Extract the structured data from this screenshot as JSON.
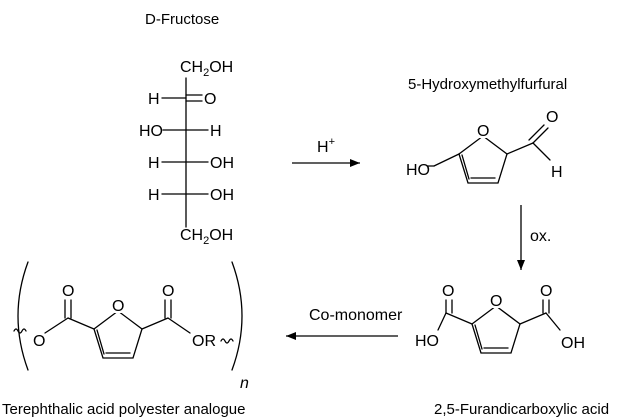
{
  "labels": {
    "fructose": "D-Fructose",
    "hmf": "5-Hydroxymethylfurfural",
    "fdca": "2,5-Furandicarboxylic acid",
    "polyester": "Terephthalic acid polyester analogue"
  },
  "reagents": {
    "acid": "H",
    "acid_charge": "+",
    "oxidation": "ox.",
    "comonomer": "Co-monomer"
  },
  "fructose_atoms": {
    "ch2oh": "CH",
    "ch2oh_sub": "2",
    "oh": "OH",
    "h": "H",
    "o": "O",
    "ho": "HO"
  },
  "ring_oxygen": "O",
  "hmf_atoms": {
    "ho": "HO",
    "aldehyde_o": "O",
    "aldehyde_h": "H"
  },
  "fdca_atoms": {
    "carbonyl_o": "O",
    "ho": "HO",
    "oh": "OH"
  },
  "polymer_atoms": {
    "ester_o": "O",
    "carbonyl_o": "O",
    "or": "OR",
    "repeat": "n"
  }
}
